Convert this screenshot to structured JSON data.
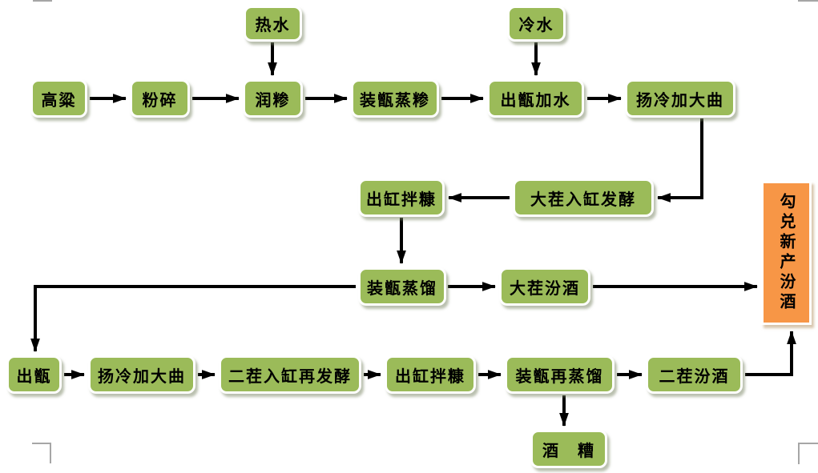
{
  "diagram_type": "flowchart",
  "colors": {
    "process_node_fill": "#9BBB59",
    "final_node_fill": "#F79646",
    "arrow_color": "#000000",
    "node_border": "#FFFFFF",
    "corner_mark": "#A6A6A6"
  },
  "nodes": {
    "hot_water": {
      "label": "热水"
    },
    "cold_water": {
      "label": "冷水"
    },
    "sorghum": {
      "label": "高粱"
    },
    "crushing": {
      "label": "粉碎"
    },
    "moisten_grain": {
      "label": "润糁"
    },
    "steam_grain_in_zeng": {
      "label": "装甑蒸糁"
    },
    "out_zeng_add_water": {
      "label": "出甑加水"
    },
    "cool_add_daqu_1": {
      "label": "扬冷加大曲"
    },
    "out_vat_mix_chaff_1": {
      "label": "出缸拌糠"
    },
    "dacha_vat_ferment": {
      "label": "大茬入缸发酵"
    },
    "zeng_distill": {
      "label": "装甑蒸馏"
    },
    "dacha_fenjiu": {
      "label": "大茬汾酒"
    },
    "blend_new_fenjiu": {
      "label": "勾兑新产汾酒"
    },
    "out_zeng": {
      "label": "出甑"
    },
    "cool_add_daqu_2": {
      "label": "扬冷加大曲"
    },
    "ercha_vat_referment": {
      "label": "二茬入缸再发酵"
    },
    "out_vat_mix_chaff_2": {
      "label": "出缸拌糠"
    },
    "zeng_redistill": {
      "label": "装甑再蒸馏"
    },
    "ercha_fenjiu": {
      "label": "二茬汾酒"
    },
    "distillers_grains": {
      "label": "酒　糟"
    }
  },
  "edges": [
    {
      "from": "hot_water",
      "to": "moisten_grain"
    },
    {
      "from": "sorghum",
      "to": "crushing"
    },
    {
      "from": "crushing",
      "to": "moisten_grain"
    },
    {
      "from": "moisten_grain",
      "to": "steam_grain_in_zeng"
    },
    {
      "from": "steam_grain_in_zeng",
      "to": "out_zeng_add_water"
    },
    {
      "from": "cold_water",
      "to": "out_zeng_add_water"
    },
    {
      "from": "out_zeng_add_water",
      "to": "cool_add_daqu_1"
    },
    {
      "from": "cool_add_daqu_1",
      "to": "dacha_vat_ferment"
    },
    {
      "from": "dacha_vat_ferment",
      "to": "out_vat_mix_chaff_1"
    },
    {
      "from": "out_vat_mix_chaff_1",
      "to": "zeng_distill"
    },
    {
      "from": "zeng_distill",
      "to": "dacha_fenjiu"
    },
    {
      "from": "dacha_fenjiu",
      "to": "blend_new_fenjiu"
    },
    {
      "from": "zeng_distill",
      "to": "out_zeng"
    },
    {
      "from": "out_zeng",
      "to": "cool_add_daqu_2"
    },
    {
      "from": "cool_add_daqu_2",
      "to": "ercha_vat_referment"
    },
    {
      "from": "ercha_vat_referment",
      "to": "out_vat_mix_chaff_2"
    },
    {
      "from": "out_vat_mix_chaff_2",
      "to": "zeng_redistill"
    },
    {
      "from": "zeng_redistill",
      "to": "ercha_fenjiu"
    },
    {
      "from": "zeng_redistill",
      "to": "distillers_grains"
    },
    {
      "from": "ercha_fenjiu",
      "to": "blend_new_fenjiu"
    }
  ]
}
